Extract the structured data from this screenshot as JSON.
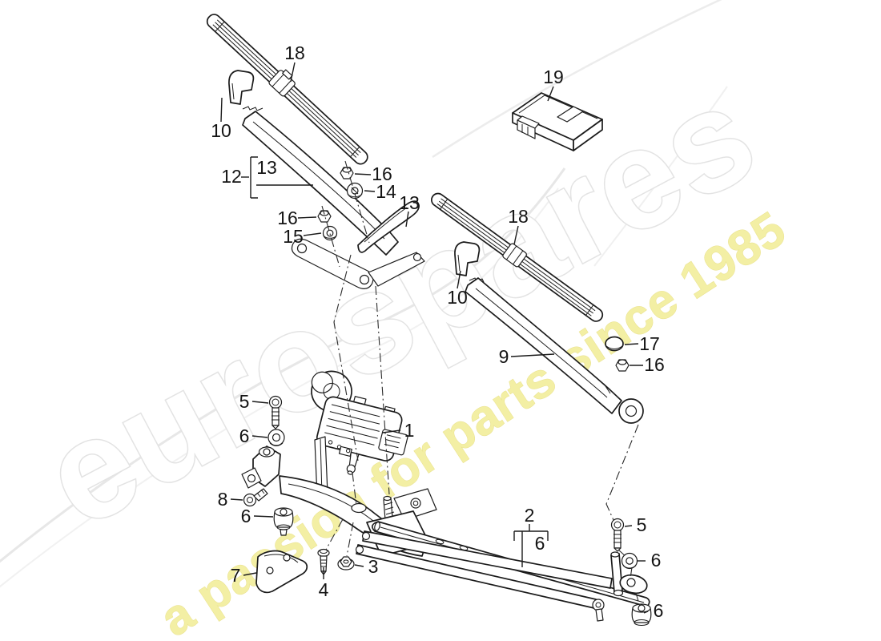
{
  "watermark": {
    "brand": "eurospares",
    "tagline": "a passion for parts since 1985"
  },
  "theme": {
    "line_color": "#1b1b1b",
    "brand_fill": "#ffffff",
    "brand_outline": "#e3e3e3",
    "tagline_color": "#f3efa4",
    "swoosh_color": "#e9e9e9",
    "background": "#ffffff"
  },
  "diagram": {
    "labels": {
      "l1": {
        "text": "1"
      },
      "l2": {
        "text": "2"
      },
      "l3": {
        "text": "3"
      },
      "l4": {
        "text": "4"
      },
      "l5a": {
        "text": "5"
      },
      "l5b": {
        "text": "5"
      },
      "l6a": {
        "text": "6"
      },
      "l6b": {
        "text": "6"
      },
      "l6c": {
        "text": "6"
      },
      "l6d": {
        "text": "6"
      },
      "l6e": {
        "text": "6"
      },
      "l7": {
        "text": "7"
      },
      "l8": {
        "text": "8"
      },
      "l9": {
        "text": "9"
      },
      "l10a": {
        "text": "10"
      },
      "l10b": {
        "text": "10"
      },
      "l12": {
        "text": "12"
      },
      "l13a": {
        "text": "13"
      },
      "l13b": {
        "text": "13"
      },
      "l14": {
        "text": "14"
      },
      "l15": {
        "text": "15"
      },
      "l16a": {
        "text": "16"
      },
      "l16b": {
        "text": "16"
      },
      "l16c": {
        "text": "16"
      },
      "l17": {
        "text": "17"
      },
      "l18a": {
        "text": "18"
      },
      "l18b": {
        "text": "18"
      },
      "l19": {
        "text": "19"
      }
    }
  }
}
